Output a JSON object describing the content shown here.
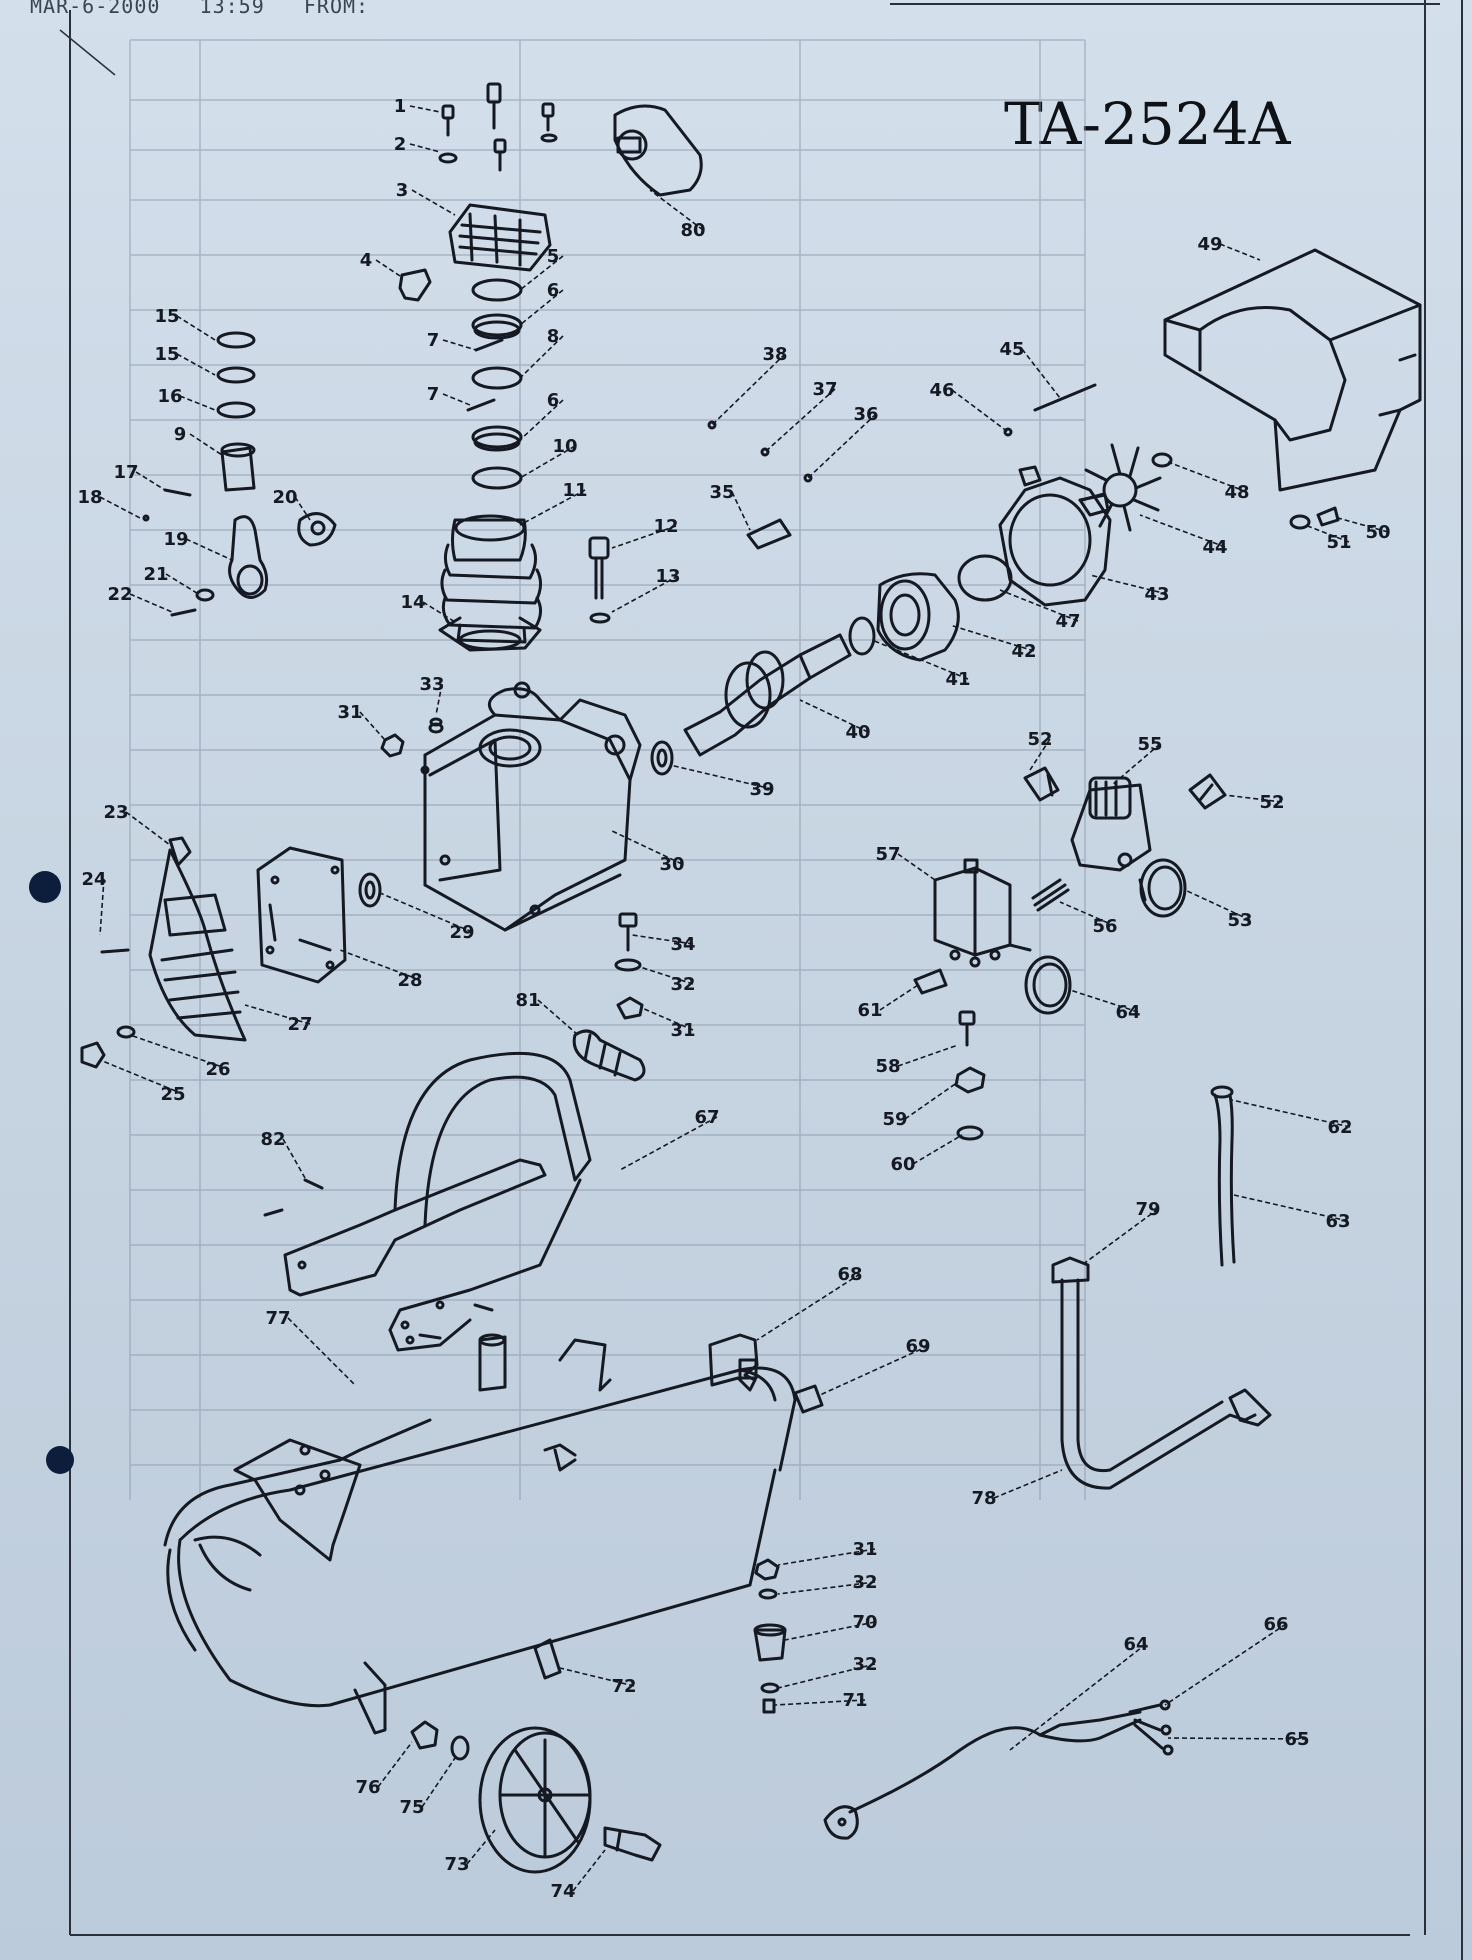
{
  "header": {
    "fax_line": "MAR-6-2000   13:59   FROM:",
    "model": "TA-2524A"
  },
  "callouts": [
    {
      "label": "1"
    },
    {
      "label": "2"
    },
    {
      "label": "3"
    },
    {
      "label": "80"
    },
    {
      "label": "4"
    },
    {
      "label": "5"
    },
    {
      "label": "6"
    },
    {
      "label": "7"
    },
    {
      "label": "8"
    },
    {
      "label": "7"
    },
    {
      "label": "6"
    },
    {
      "label": "10"
    },
    {
      "label": "15"
    },
    {
      "label": "15"
    },
    {
      "label": "16"
    },
    {
      "label": "9"
    },
    {
      "label": "17"
    },
    {
      "label": "18"
    },
    {
      "label": "20"
    },
    {
      "label": "19"
    },
    {
      "label": "21"
    },
    {
      "label": "22"
    },
    {
      "label": "11"
    },
    {
      "label": "12"
    },
    {
      "label": "13"
    },
    {
      "label": "14"
    },
    {
      "label": "38"
    },
    {
      "label": "37"
    },
    {
      "label": "36"
    },
    {
      "label": "35"
    },
    {
      "label": "46"
    },
    {
      "label": "45"
    },
    {
      "label": "49"
    },
    {
      "label": "48"
    },
    {
      "label": "44"
    },
    {
      "label": "43"
    },
    {
      "label": "47"
    },
    {
      "label": "42"
    },
    {
      "label": "41"
    },
    {
      "label": "40"
    },
    {
      "label": "39"
    },
    {
      "label": "50"
    },
    {
      "label": "51"
    },
    {
      "label": "33"
    },
    {
      "label": "31"
    },
    {
      "label": "30"
    },
    {
      "label": "23"
    },
    {
      "label": "24"
    },
    {
      "label": "29"
    },
    {
      "label": "28"
    },
    {
      "label": "27"
    },
    {
      "label": "26"
    },
    {
      "label": "25"
    },
    {
      "label": "34"
    },
    {
      "label": "32"
    },
    {
      "label": "31"
    },
    {
      "label": "81"
    },
    {
      "label": "52"
    },
    {
      "label": "55"
    },
    {
      "label": "52"
    },
    {
      "label": "57"
    },
    {
      "label": "56"
    },
    {
      "label": "53"
    },
    {
      "label": "61"
    },
    {
      "label": "64"
    },
    {
      "label": "58"
    },
    {
      "label": "59"
    },
    {
      "label": "60"
    },
    {
      "label": "62"
    },
    {
      "label": "63"
    },
    {
      "label": "67"
    },
    {
      "label": "82"
    },
    {
      "label": "68"
    },
    {
      "label": "69"
    },
    {
      "label": "77"
    },
    {
      "label": "79"
    },
    {
      "label": "78"
    },
    {
      "label": "31"
    },
    {
      "label": "32"
    },
    {
      "label": "70"
    },
    {
      "label": "32"
    },
    {
      "label": "71"
    },
    {
      "label": "72"
    },
    {
      "label": "64"
    },
    {
      "label": "66"
    },
    {
      "label": "65"
    },
    {
      "label": "76"
    },
    {
      "label": "75"
    },
    {
      "label": "73"
    },
    {
      "label": "74"
    }
  ]
}
